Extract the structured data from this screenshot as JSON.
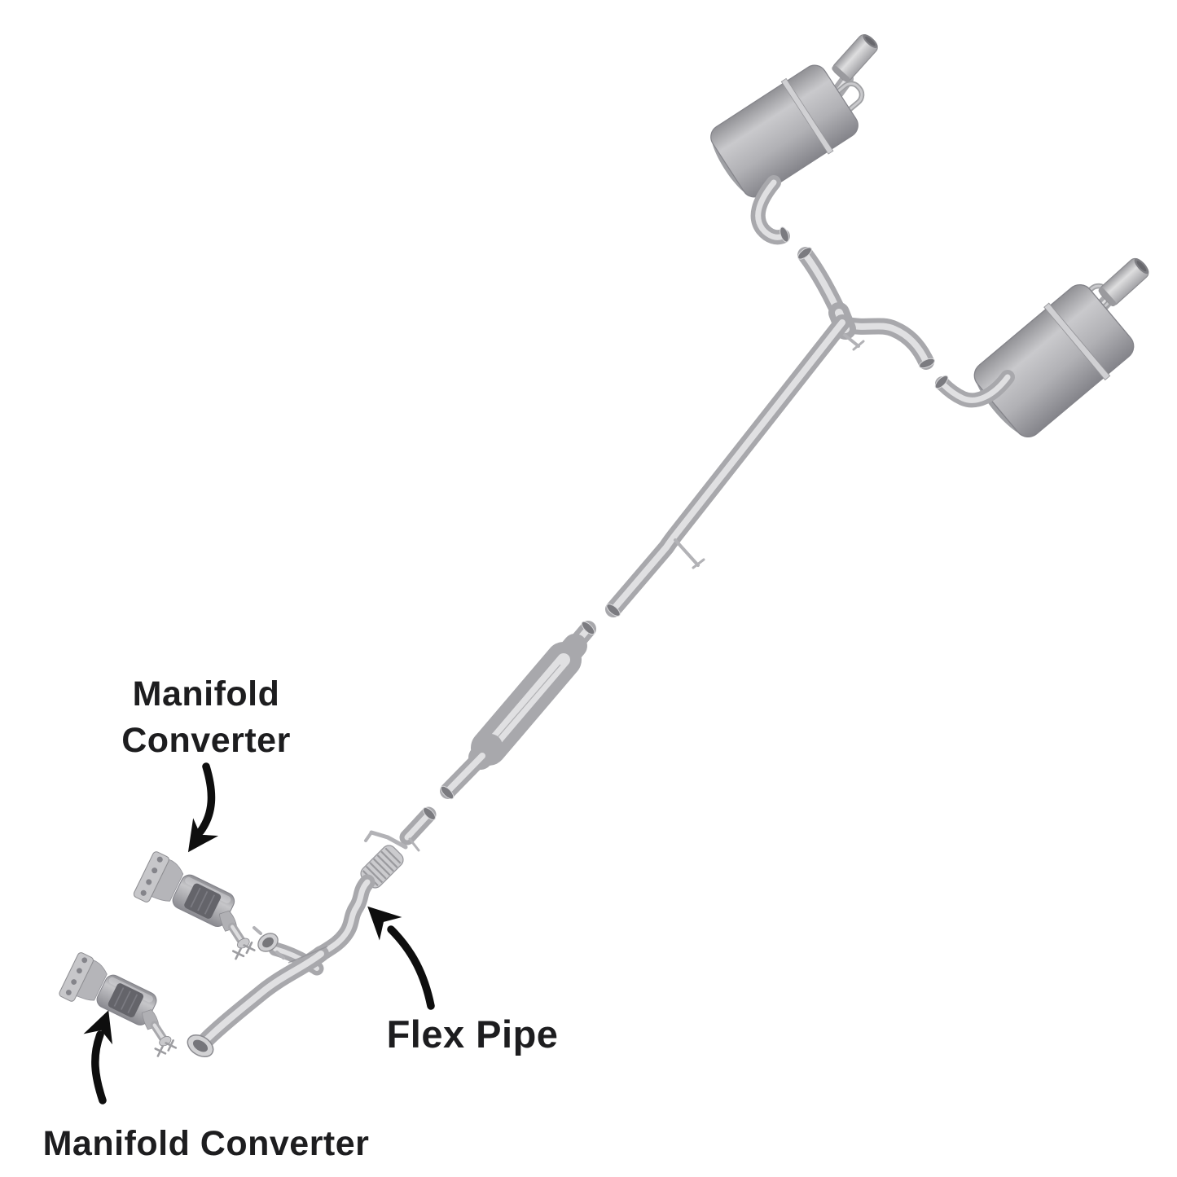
{
  "labels": {
    "manifold_converter_top_line1": "Manifold",
    "manifold_converter_top_line2": "Converter",
    "flex_pipe": "Flex Pipe",
    "manifold_converter_bottom": "Manifold Converter"
  },
  "colors": {
    "background": "#ffffff",
    "label_text": "#1d1d1f",
    "arrow": "#0e0e0e",
    "pipe_base": "#a8a8ac",
    "pipe_highlight": "#e0e0e2",
    "pipe_shadow": "#8f8f94",
    "muffler_light": "#c9c9cc",
    "muffler_dark": "#85858a",
    "converter_shield": "#64646a"
  }
}
